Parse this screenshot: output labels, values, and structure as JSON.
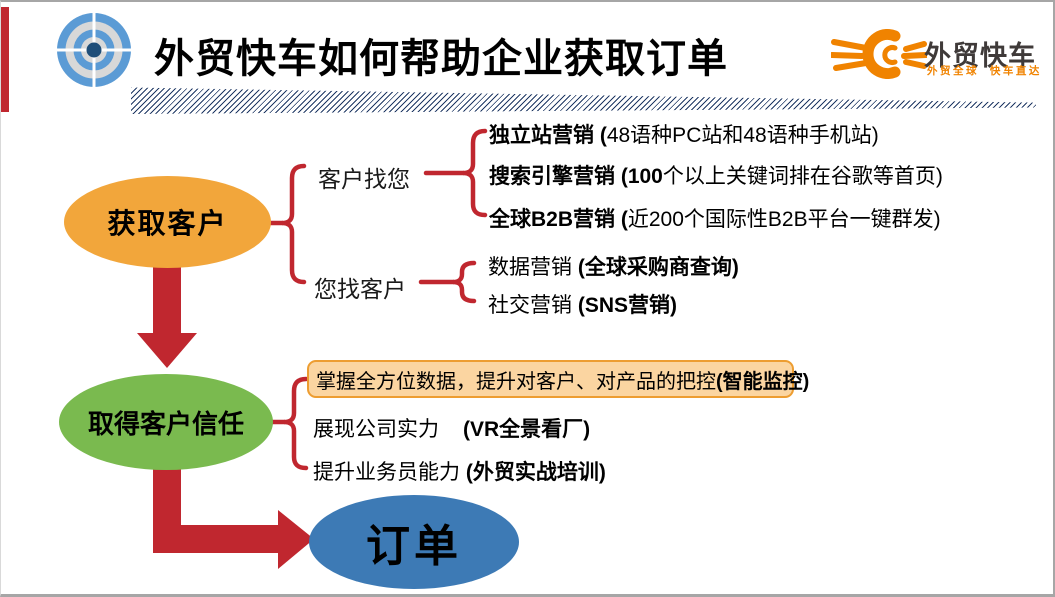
{
  "slide": {
    "title": "外贸快车如何帮助企业获取订单"
  },
  "logo": {
    "name": "外贸快车",
    "tagline": "外贸全球  快车直达"
  },
  "nodes": {
    "acquire": "获取客户",
    "trust": "取得客户信任",
    "order": "订单"
  },
  "branch_find_you": {
    "label": "客户找您",
    "rows": [
      {
        "a": "独立站营销 (",
        "b": "48语种PC站和48语种手机站)"
      },
      {
        "a": "搜索引擎营销 (100",
        "b": "个以上关键词排在谷歌等首页)"
      },
      {
        "a": "全球B2B营销 (",
        "b": "近200个国际性B2B平台一键群发)"
      }
    ]
  },
  "branch_you_find": {
    "label": "您找客户",
    "rows": [
      {
        "a": "数据营销 ",
        "b": "(全球采购商查询)"
      },
      {
        "a": "社交营销 ",
        "b": "(SNS营销)"
      }
    ]
  },
  "trust_rows": [
    {
      "a": "掌握全方位数据，提升对客户、对产品的把控 ",
      "b": "(智能监控)"
    },
    {
      "a": "展现公司实力",
      "b": "(VR全景看厂)"
    },
    {
      "a": "提升业务员能力 ",
      "b": "(外贸实战培训)"
    }
  ],
  "colors": {
    "accent_red": "#C0272F",
    "node_orange": "#F2A63B",
    "node_green": "#7ABA4F",
    "node_blue": "#3D7AB5",
    "highlight_bg": "#FBD5A1",
    "highlight_border": "#ED9D31",
    "hatch_navy": "#1F3864",
    "logo_orange": "#F08300",
    "logo_text": "#3F3A39",
    "border_gray": "#A6A6A6",
    "bullseye_blue": "#5B9BD5",
    "bullseye_gray": "#D8D8D8",
    "bullseye_navy": "#1F4E79"
  }
}
